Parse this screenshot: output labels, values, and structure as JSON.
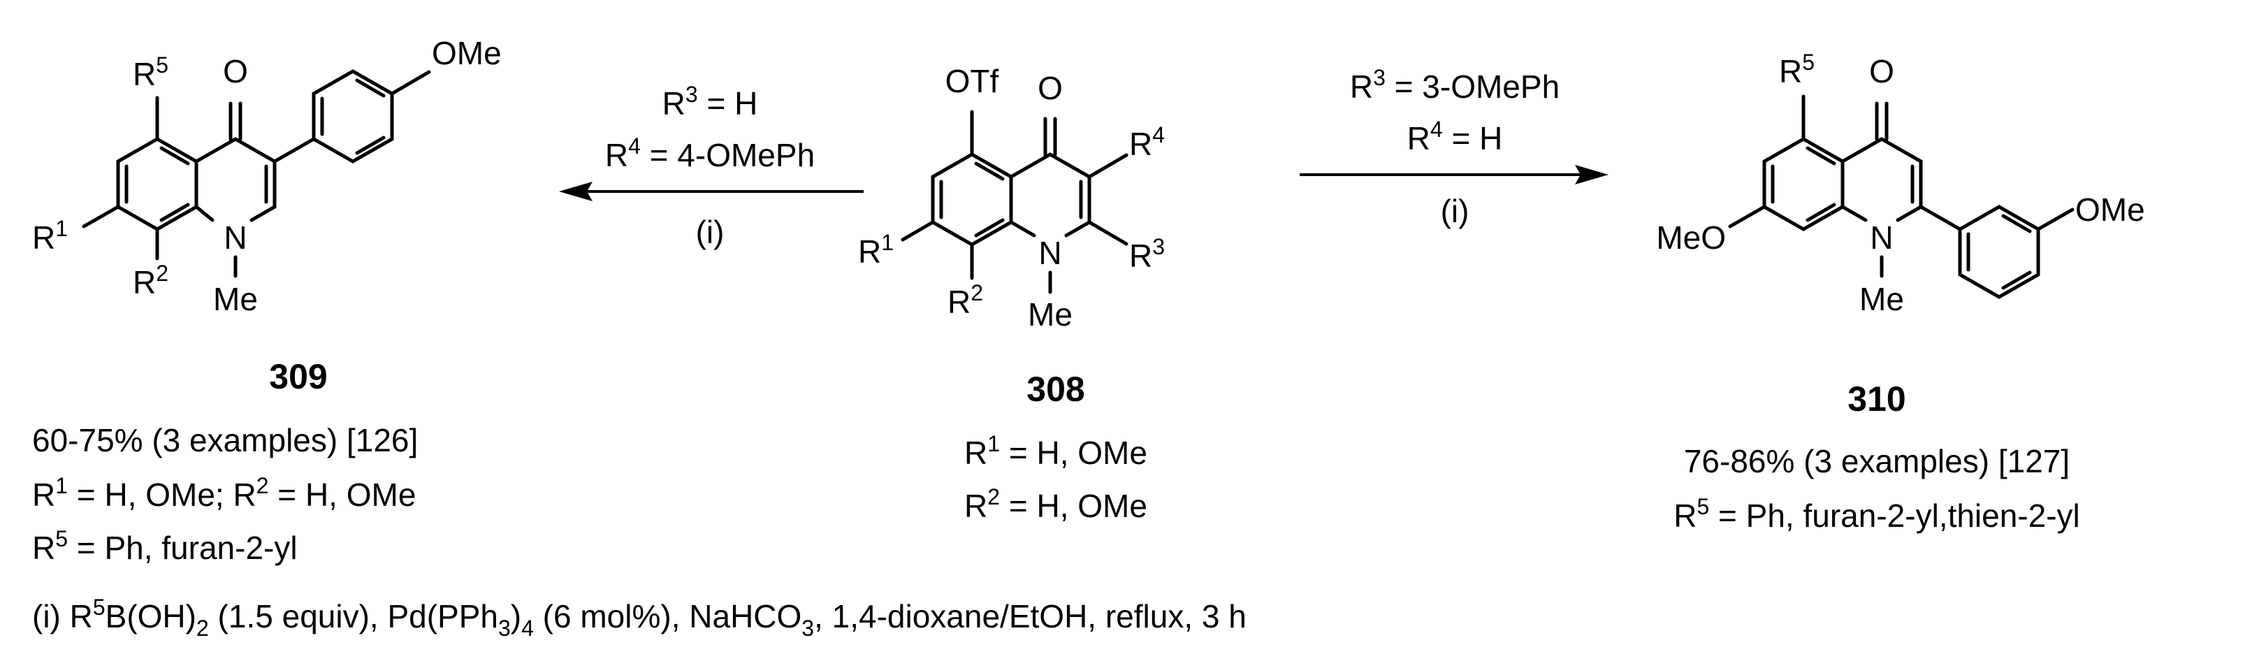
{
  "compounds": {
    "left": {
      "number": "309",
      "labels": {
        "r5": "R",
        "r5sup": "5",
        "o": "O",
        "ome": "OMe",
        "r1": "R",
        "r1sup": "1",
        "n": "N",
        "me": "Me",
        "r2": "R",
        "r2sup": "2"
      },
      "info": {
        "yield": "60-75% (3 examples) [126]",
        "r1_def": {
          "r1": "R",
          "r1sup": "1",
          "r1val": " = H, OMe; ",
          "r2": "R",
          "r2sup": "2",
          "r2val": " = H, OMe"
        },
        "r5_def": {
          "r": "R",
          "sup": "5",
          "val": " = Ph, furan-2-yl"
        }
      }
    },
    "center": {
      "number": "308",
      "labels": {
        "otf": "OTf",
        "o": "O",
        "r4": "R",
        "r4sup": "4",
        "r1": "R",
        "r1sup": "1",
        "n": "N",
        "r3": "R",
        "r3sup": "3",
        "r2": "R",
        "r2sup": "2",
        "me": "Me"
      },
      "info": {
        "r1_def": {
          "r": "R",
          "sup": "1",
          "val": " = H, OMe"
        },
        "r2_def": {
          "r": "R",
          "sup": "2",
          "val": " = H, OMe"
        }
      }
    },
    "right": {
      "number": "310",
      "labels": {
        "r5": "R",
        "r5sup": "5",
        "o": "O",
        "meo": "MeO",
        "n": "N",
        "me": "Me",
        "ome": "OMe"
      },
      "info": {
        "yield": "76-86% (3 examples) [127]",
        "r5_def": {
          "r": "R",
          "sup": "5",
          "val": " = Ph, furan-2-yl,thien-2-yl"
        }
      }
    }
  },
  "arrows": {
    "left": {
      "line1": {
        "r": "R",
        "sup": "3",
        "val": " = H"
      },
      "line2": {
        "r": "R",
        "sup": "4",
        "val": " = 4-OMePh"
      },
      "cond": "(i)"
    },
    "right": {
      "line1": {
        "r": "R",
        "sup": "3",
        "val": " = 3-OMePh"
      },
      "line2": {
        "r": "R",
        "sup": "4",
        "val": " = H"
      },
      "cond": "(i)"
    }
  },
  "conditions": {
    "p1": "(i) R",
    "p1sup": "5",
    "p2": "B(OH)",
    "p2sub": "2",
    "p3": " (1.5 equiv), Pd(PPh",
    "p3sub": "3",
    "p4": ")",
    "p4sub": "4",
    "p5": " (6 mol%), NaHCO",
    "p5sub": "3",
    "p6": ", 1,4-dioxane/EtOH,  reflux, 3 h"
  }
}
